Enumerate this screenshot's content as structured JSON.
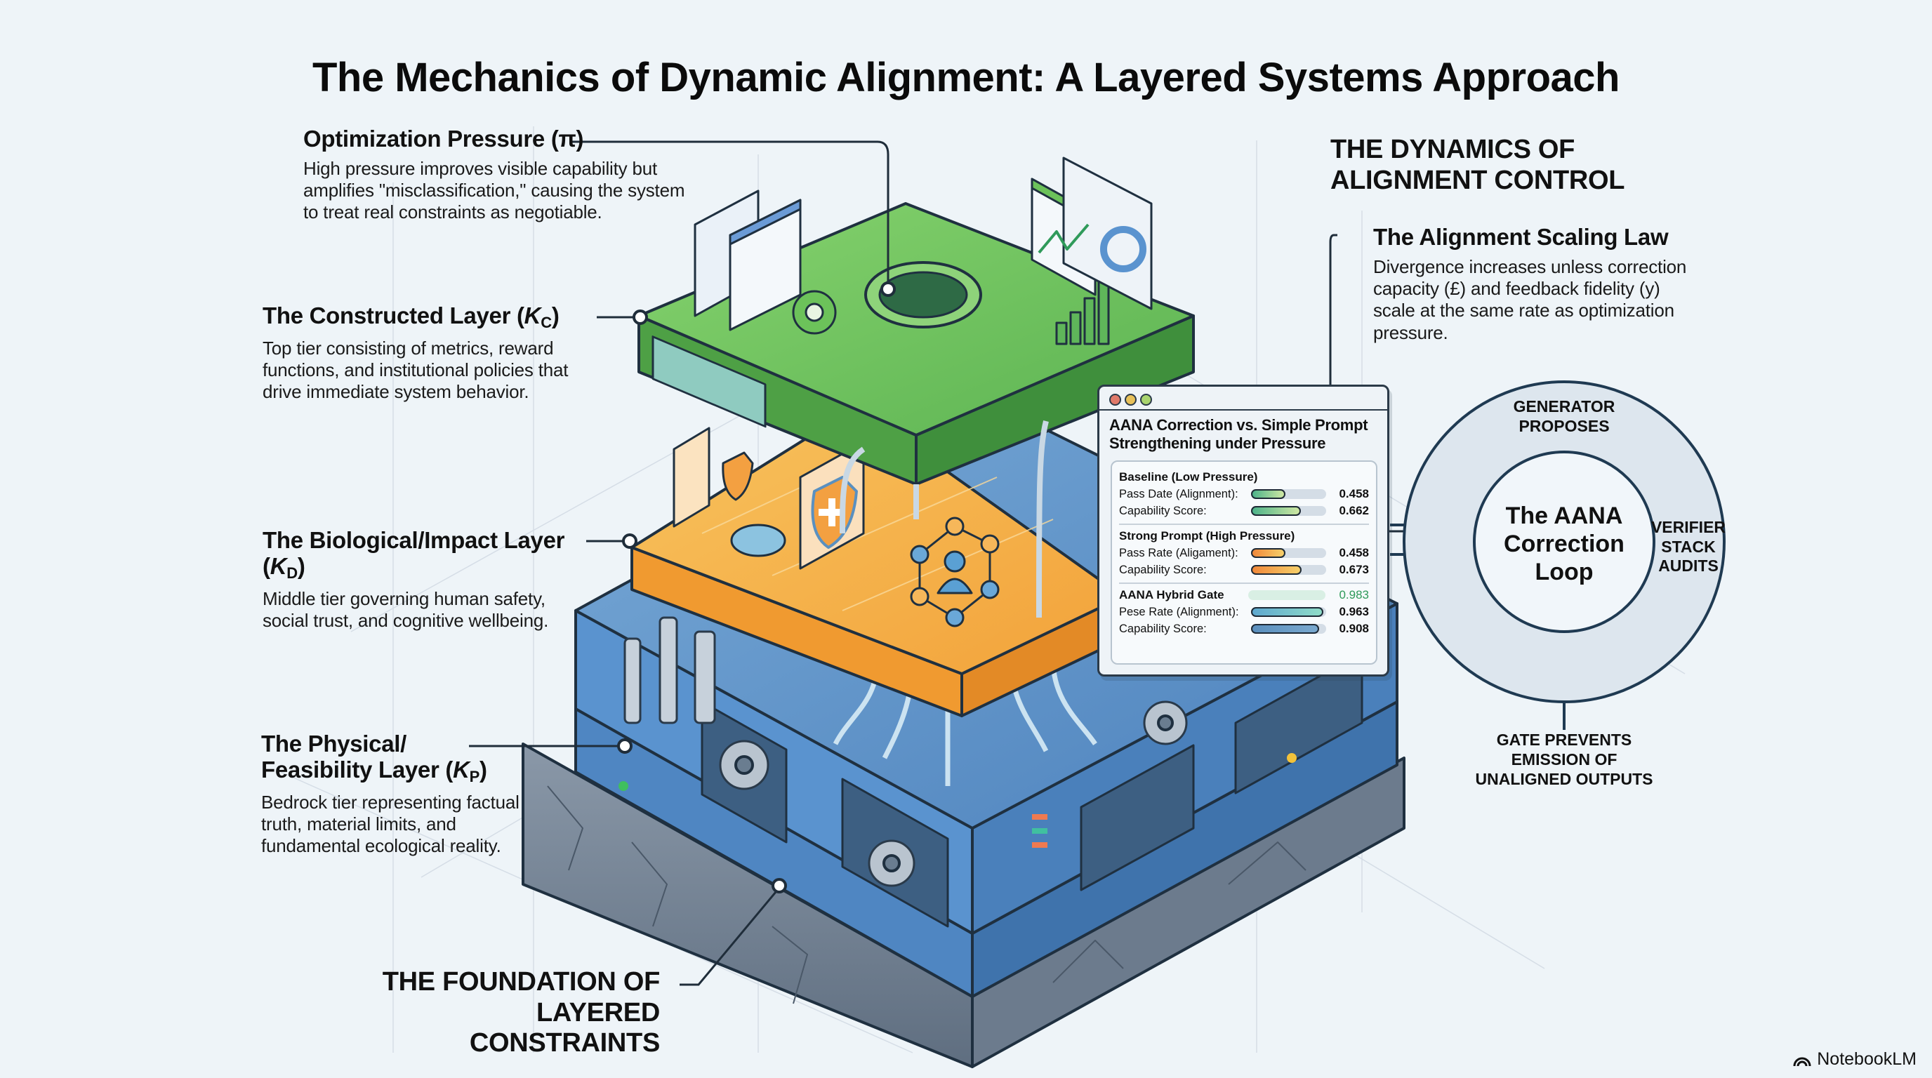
{
  "title": "The Mechanics of Dynamic Alignment: A Layered Systems Approach",
  "left_callouts": {
    "optimization_pressure": {
      "heading": "Optimization Pressure (π)",
      "body": "High pressure improves visible capability but amplifies \"misclassification,\" causing the system to treat real constraints as negotiable."
    },
    "constructed_layer": {
      "heading_prefix": "The Constructed Layer (",
      "symbol": "K",
      "subscript": "C",
      "heading_suffix": ")",
      "body": "Top tier consisting of metrics, reward functions, and institutional policies that drive immediate system behavior."
    },
    "biological_layer": {
      "heading_prefix": "The Biological/Impact Layer (",
      "symbol": "K",
      "subscript": "D",
      "heading_suffix": ")",
      "body": "Middle tier governing human safety, social trust, and cognitive wellbeing."
    },
    "physical_layer": {
      "heading_line1": "The Physical/",
      "heading_prefix": "Feasibility Layer (",
      "symbol": "K",
      "subscript": "P",
      "heading_suffix": ")",
      "body": "Bedrock tier representing factual truth, material limits, and fundamental ecological reality."
    },
    "foundation": {
      "line1": "THE FOUNDATION OF",
      "line2": "LAYERED CONSTRAINTS"
    }
  },
  "right_section": {
    "heading_line1": "THE DYNAMICS OF",
    "heading_line2": "ALIGNMENT CONTROL",
    "scaling_law": {
      "heading": "The Alignment Scaling Law",
      "body": "Divergence increases unless correction capacity (£) and feedback fidelity (y) scale at the same rate as optimization pressure."
    }
  },
  "metrics_panel": {
    "title": "AANA Correction vs. Simple Prompt Strengthening under Pressure",
    "window_dots": [
      "#e07a6a",
      "#e8c15a",
      "#a9d46e"
    ],
    "groups": [
      {
        "name": "Baseline (Low Pressure)",
        "header_value": null,
        "rows": [
          {
            "label": "Pass Date (Alignment):",
            "value": "0.458",
            "fraction": 0.458,
            "color_from": "#4db38a",
            "color_to": "#cfe8a3"
          },
          {
            "label": "Capability Score:",
            "value": "0.662",
            "fraction": 0.662,
            "color_from": "#4db38a",
            "color_to": "#cfe8a3"
          }
        ]
      },
      {
        "name": "Strong Prompt (High Pressure)",
        "header_value": null,
        "rows": [
          {
            "label": "Pass Rate (Aligament):",
            "value": "0.458",
            "fraction": 0.458,
            "color_from": "#f0883a",
            "color_to": "#f6d06a"
          },
          {
            "label": "Capability Score:",
            "value": "0.673",
            "fraction": 0.673,
            "color_from": "#f0883a",
            "color_to": "#f6d06a"
          }
        ]
      },
      {
        "name": "AANA Hybrid Gate",
        "header_value": "0.983",
        "header_value_color": "#2f9a5a",
        "rows": [
          {
            "label": "Pese Rate (Alignment):",
            "value": "0.963",
            "fraction": 0.963,
            "color_from": "#5ea8cf",
            "color_to": "#8fdcc8"
          },
          {
            "label": "Capability Score:",
            "value": "0.908",
            "fraction": 0.908,
            "color_from": "#5a8fbd",
            "color_to": "#7aa9cf"
          }
        ]
      }
    ]
  },
  "correction_loop": {
    "center_line1": "The AANA",
    "center_line2": "Correction",
    "center_line3": "Loop",
    "top_line1": "GENERATOR",
    "top_line2": "PROPOSES",
    "right_line1": "VERIFIER",
    "right_line2": "STACK",
    "right_line3": "AUDITS",
    "bottom_line1": "GATE PREVENTS",
    "bottom_line2": "EMISSION OF",
    "bottom_line3": "UNALIGNED OUTPUTS"
  },
  "layer_colors": {
    "constructed": "#6cc25a",
    "biological": "#f3a53c",
    "physical": "#4f86c2",
    "bedrock": "#7f8ea0",
    "outline": "#1f3040"
  },
  "watermark": "NotebookLM"
}
